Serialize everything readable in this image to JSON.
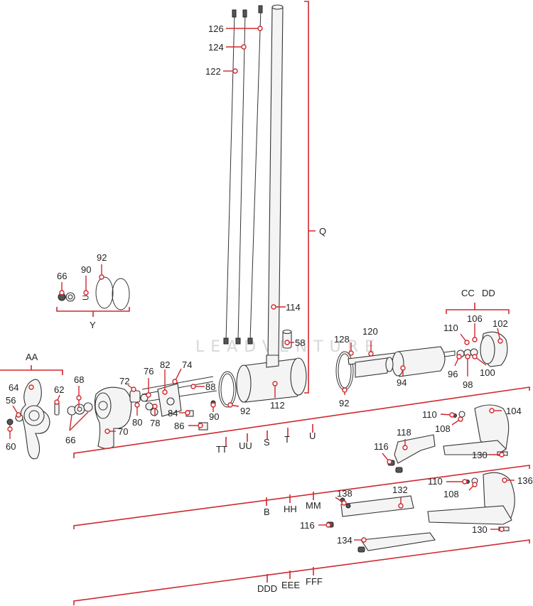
{
  "watermark": "LEADVENTURE",
  "assemblies": {
    "Q": "Q",
    "Y": "Y",
    "AA": "AA",
    "CC": "CC",
    "DD": "DD",
    "TT": "TT",
    "UU": "UU",
    "S": "S",
    "T": "T",
    "U": "U",
    "B": "B",
    "HH": "HH",
    "MM": "MM",
    "DDD": "DDD",
    "EEE": "EEE",
    "FFF": "FFF"
  },
  "parts": {
    "p126": "126",
    "p124": "124",
    "p122": "122",
    "p114": "114",
    "p58": "58",
    "p112": "112",
    "p66a": "66",
    "p90a": "90",
    "p92a": "92",
    "p64": "64",
    "p62": "62",
    "p56": "56",
    "p60": "60",
    "p68": "68",
    "p66b": "66",
    "p70": "70",
    "p72": "72",
    "p76": "76",
    "p82": "82",
    "p74": "74",
    "p88": "88",
    "p80": "80",
    "p78": "78",
    "p84": "84",
    "p90b": "90",
    "p86": "86",
    "p92b": "92",
    "p128": "128",
    "p120": "120",
    "p92c": "92",
    "p94": "94",
    "p110a": "110",
    "p106": "106",
    "p102": "102",
    "p96": "96",
    "p98": "98",
    "p100": "100",
    "p110b": "110",
    "p104": "104",
    "p108a": "108",
    "p118": "118",
    "p116a": "116",
    "p130a": "130",
    "p110c": "110",
    "p136": "136",
    "p108b": "108",
    "p138": "138",
    "p132": "132",
    "p116b": "116",
    "p134": "134",
    "p130b": "130"
  }
}
